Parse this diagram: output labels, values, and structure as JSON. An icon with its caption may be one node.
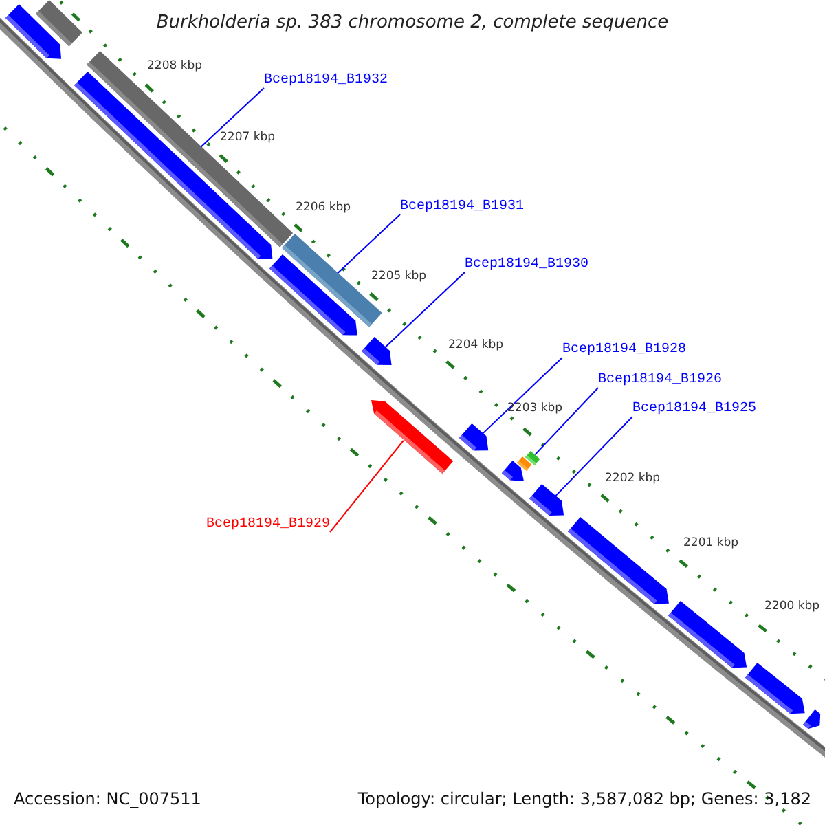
{
  "diagram": {
    "title": "Burkholderia sp. 383 chromosome 2, complete sequence",
    "nodes": [
      {
        "text": [
          "Bcep18194_B1932"
        ]
      },
      {
        "text": [
          "Bcep18194_B1931"
        ]
      },
      {
        "text": [
          "Bcep18194_B1930"
        ]
      },
      {
        "text": [
          "Bcep18194_B1928"
        ]
      },
      {
        "text": [
          "Bcep18194_B1926"
        ]
      },
      {
        "text": [
          "Bcep18194_B1925"
        ]
      },
      {
        "text": [
          "Bcep18194_B1929"
        ]
      },
      {
        "text": [],
        "shape": "bar"
      },
      {
        "text": [],
        "shape": "arrow"
      },
      {
        "text": [],
        "shape": "arrow"
      },
      {
        "text": [],
        "shape": "bar"
      },
      {
        "text": [],
        "shape": "arrow"
      },
      {
        "text": [],
        "shape": "bar"
      },
      {
        "text": [],
        "shape": "arrow"
      },
      {
        "text": [],
        "shape": "arrow"
      },
      {
        "text": [],
        "shape": "arrow"
      },
      {
        "text": [],
        "shape": "arrow"
      },
      {
        "text": [],
        "shape": "box"
      },
      {
        "text": [],
        "shape": "box"
      },
      {
        "text": [],
        "shape": "arrow"
      },
      {
        "text": [],
        "shape": "arrow"
      },
      {
        "text": [],
        "shape": "arrow"
      },
      {
        "text": [],
        "shape": "arrow"
      },
      {
        "text": [],
        "shape": "arrow"
      }
    ],
    "edges": [
      {
        "from": 0,
        "to": 10,
        "arrow": "none"
      },
      {
        "from": 1,
        "to": 12,
        "arrow": "none"
      },
      {
        "from": 2,
        "to": 13,
        "arrow": "none"
      },
      {
        "from": 3,
        "to": 15,
        "arrow": "none"
      },
      {
        "from": 4,
        "to": 18,
        "arrow": "none"
      },
      {
        "from": 5,
        "to": 19,
        "arrow": "none"
      },
      {
        "from": 6,
        "to": 14,
        "arrow": "none",
        "color": "#ff0000"
      }
    ],
    "labels": [
      "2208 kbp",
      "2207 kbp",
      "2206 kbp",
      "2205 kbp",
      "2204 kbp",
      "2203 kbp",
      "2202 kbp",
      "2201 kbp",
      "2200 kbp",
      "Accession: NC_007511",
      "Topology: circular; Length: 3,587,082 bp; Genes: 3,182"
    ]
  }
}
